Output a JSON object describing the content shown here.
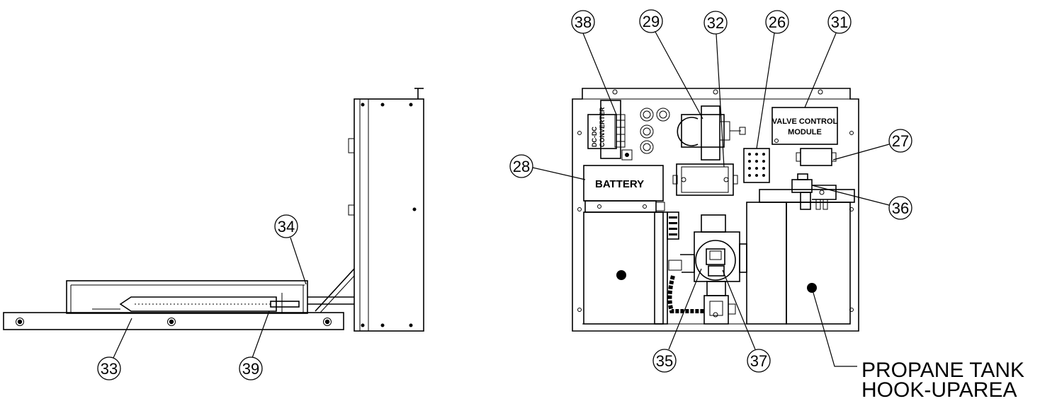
{
  "callouts": {
    "c26": "26",
    "c27": "27",
    "c28": "28",
    "c29": "29",
    "c31": "31",
    "c32": "32",
    "c33": "33",
    "c34": "34",
    "c35": "35",
    "c36": "36",
    "c37": "37",
    "c38": "38",
    "c39": "39"
  },
  "labels": {
    "battery": "BATTERY",
    "valve_control_line1": "VALVE CONTROL",
    "valve_control_line2": "MODULE",
    "converter_line1": "DC-DC",
    "converter_line2": "CONVERTER",
    "propane_line1": "PROPANE TANK",
    "propane_line2": "HOOK-UPAREA"
  }
}
